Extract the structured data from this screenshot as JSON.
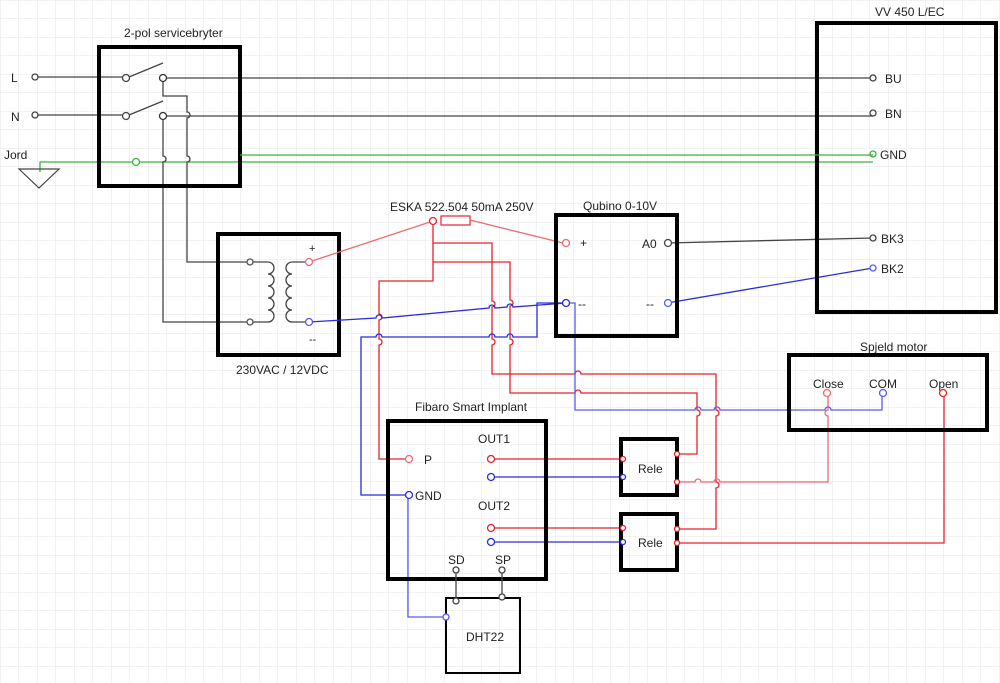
{
  "diagram": {
    "title": "Ventilation damper wiring diagram",
    "colors": {
      "grid": "#e6e6e6",
      "phase": "#444444",
      "earth": "#3bb33b",
      "positive": "#e8202a",
      "negative": "#2b2bdd",
      "box": "#000000"
    },
    "supply": {
      "labels": {
        "L": "L",
        "N": "N",
        "earth": "Jord"
      }
    },
    "service_switch": {
      "title": "2-pol servicebryter"
    },
    "psu": {
      "title": "230VAC / 12VDC",
      "plus": "+",
      "minus": "--"
    },
    "fuse": {
      "title": "ESKA 522.504 50mA 250V"
    },
    "qubino": {
      "title": "Qubino 0-10V",
      "plus": "+",
      "minus_left": "--",
      "a0": "A0",
      "minus_right": "--"
    },
    "vv450": {
      "title": "VV 450 L/EC",
      "terminals": [
        "BU",
        "BN",
        "GND",
        "BK3",
        "BK2"
      ]
    },
    "damper_motor": {
      "title": "Spjeld motor",
      "terminals": [
        "Close",
        "COM",
        "Open"
      ]
    },
    "fibaro": {
      "title": "Fibaro Smart Implant",
      "p": "P",
      "gnd": "GND",
      "out1": "OUT1",
      "out2": "OUT2",
      "sd": "SD",
      "sp": "SP"
    },
    "relays": [
      {
        "label": "Rele"
      },
      {
        "label": "Rele"
      }
    ],
    "sensor": {
      "title": "DHT22"
    }
  }
}
